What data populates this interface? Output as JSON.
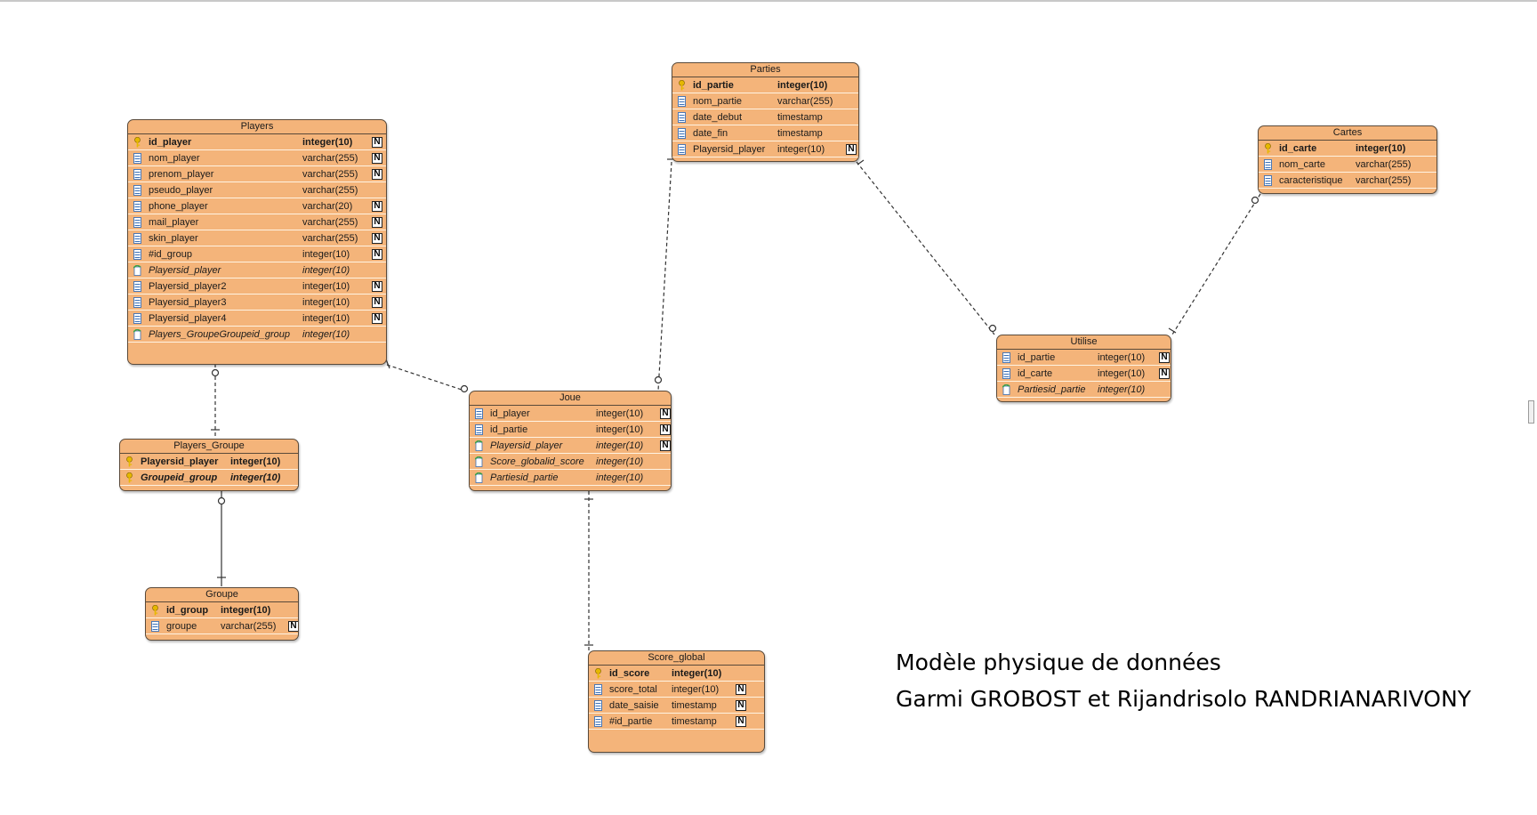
{
  "colors": {
    "entity_fill": "#f4b47a",
    "entity_border": "#5a4a3a",
    "column_icon": "#3a70b8",
    "pk_icon": "#e6b800",
    "fk_icon": "#3aa04a"
  },
  "entities": {
    "players": {
      "title": "Players",
      "rows": [
        {
          "name": "id_player",
          "type": "integer(10)",
          "kind": "pk",
          "nn": "N"
        },
        {
          "name": "nom_player",
          "type": "varchar(255)",
          "kind": "col",
          "nn": "N"
        },
        {
          "name": "prenom_player",
          "type": "varchar(255)",
          "kind": "col",
          "nn": "N"
        },
        {
          "name": "pseudo_player",
          "type": "varchar(255)",
          "kind": "col",
          "nn": ""
        },
        {
          "name": "phone_player",
          "type": "varchar(20)",
          "kind": "col",
          "nn": "N"
        },
        {
          "name": "mail_player",
          "type": "varchar(255)",
          "kind": "col",
          "nn": "N"
        },
        {
          "name": "skin_player",
          "type": "varchar(255)",
          "kind": "col",
          "nn": "N"
        },
        {
          "name": "#id_group",
          "type": "integer(10)",
          "kind": "col",
          "nn": "N"
        },
        {
          "name": "Playersid_player",
          "type": "integer(10)",
          "kind": "fk",
          "nn": ""
        },
        {
          "name": "Playersid_player2",
          "type": "integer(10)",
          "kind": "col",
          "nn": "N"
        },
        {
          "name": "Playersid_player3",
          "type": "integer(10)",
          "kind": "col",
          "nn": "N"
        },
        {
          "name": "Playersid_player4",
          "type": "integer(10)",
          "kind": "col",
          "nn": "N"
        },
        {
          "name": "Players_GroupeGroupeid_group",
          "type": "integer(10)",
          "kind": "fk",
          "nn": ""
        }
      ]
    },
    "parties": {
      "title": "Parties",
      "rows": [
        {
          "name": "id_partie",
          "type": "integer(10)",
          "kind": "pk",
          "nn": ""
        },
        {
          "name": "nom_partie",
          "type": "varchar(255)",
          "kind": "col",
          "nn": ""
        },
        {
          "name": "date_debut",
          "type": "timestamp",
          "kind": "col",
          "nn": ""
        },
        {
          "name": "date_fin",
          "type": "timestamp",
          "kind": "col",
          "nn": ""
        },
        {
          "name": "Playersid_player",
          "type": "integer(10)",
          "kind": "col",
          "nn": "N"
        }
      ]
    },
    "cartes": {
      "title": "Cartes",
      "rows": [
        {
          "name": "id_carte",
          "type": "integer(10)",
          "kind": "pk",
          "nn": ""
        },
        {
          "name": "nom_carte",
          "type": "varchar(255)",
          "kind": "col",
          "nn": ""
        },
        {
          "name": "caracteristique",
          "type": "varchar(255)",
          "kind": "col",
          "nn": ""
        }
      ]
    },
    "utilise": {
      "title": "Utilise",
      "rows": [
        {
          "name": "id_partie",
          "type": "integer(10)",
          "kind": "col",
          "nn": "N"
        },
        {
          "name": "id_carte",
          "type": "integer(10)",
          "kind": "col",
          "nn": "N"
        },
        {
          "name": "Partiesid_partie",
          "type": "integer(10)",
          "kind": "fk",
          "nn": ""
        }
      ]
    },
    "joue": {
      "title": "Joue",
      "rows": [
        {
          "name": "id_player",
          "type": "integer(10)",
          "kind": "col",
          "nn": "N"
        },
        {
          "name": "id_partie",
          "type": "integer(10)",
          "kind": "col",
          "nn": "N"
        },
        {
          "name": "Playersid_player",
          "type": "integer(10)",
          "kind": "fk",
          "nn": "N"
        },
        {
          "name": "Score_globalid_score",
          "type": "integer(10)",
          "kind": "fk",
          "nn": ""
        },
        {
          "name": "Partiesid_partie",
          "type": "integer(10)",
          "kind": "fk",
          "nn": ""
        }
      ]
    },
    "players_groupe": {
      "title": "Players_Groupe",
      "rows": [
        {
          "name": "Playersid_player",
          "type": "integer(10)",
          "kind": "pk",
          "nn": ""
        },
        {
          "name": "Groupeid_group",
          "type": "integer(10)",
          "kind": "pkfk",
          "nn": ""
        }
      ]
    },
    "groupe": {
      "title": "Groupe",
      "rows": [
        {
          "name": "id_group",
          "type": "integer(10)",
          "kind": "pk",
          "nn": ""
        },
        {
          "name": "groupe",
          "type": "varchar(255)",
          "kind": "col",
          "nn": "N"
        }
      ]
    },
    "score_global": {
      "title": "Score_global",
      "rows": [
        {
          "name": "id_score",
          "type": "integer(10)",
          "kind": "pk",
          "nn": ""
        },
        {
          "name": "score_total",
          "type": "integer(10)",
          "kind": "col",
          "nn": "N"
        },
        {
          "name": "date_saisie",
          "type": "timestamp",
          "kind": "col",
          "nn": "N"
        },
        {
          "name": "#id_partie",
          "type": "timestamp",
          "kind": "col",
          "nn": "N"
        }
      ]
    }
  },
  "caption": {
    "line1": "Modèle physique de données",
    "line2": "Garmi GROBOST et Rijandrisolo RANDRIANARIVONY"
  }
}
